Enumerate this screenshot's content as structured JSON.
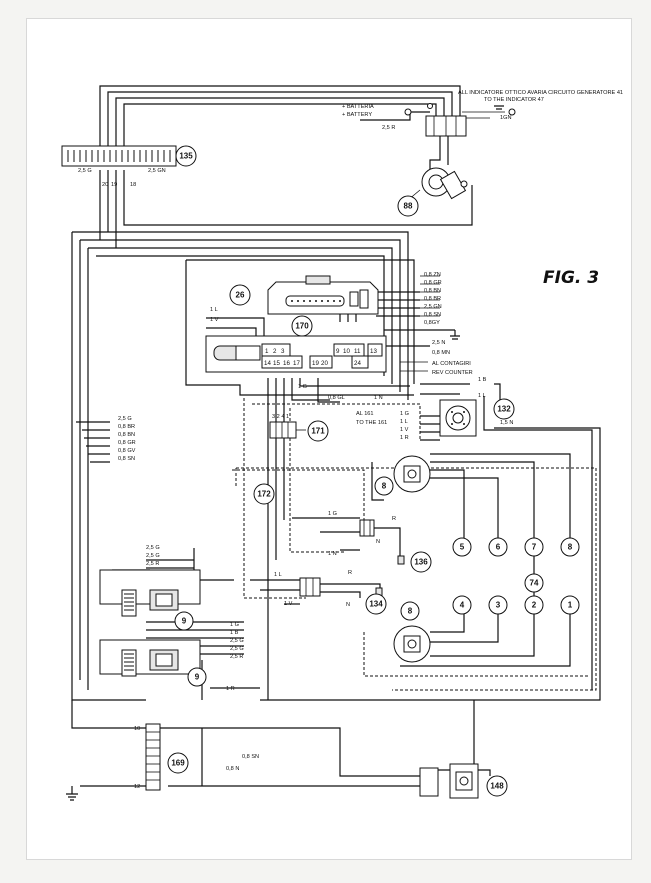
{
  "figure": {
    "title": "FIG. 3"
  },
  "components": {
    "c135": "135",
    "c88": "88",
    "c26": "26",
    "c170": "170",
    "c171": "171",
    "c132": "132",
    "c172": "172",
    "c8a": "8",
    "c8b": "8",
    "c5": "5",
    "c6": "6",
    "c7": "7",
    "c8": "8",
    "c74": "74",
    "c4": "4",
    "c3": "3",
    "c2": "2",
    "c1": "1",
    "c136": "136",
    "c134": "134",
    "c9a": "9",
    "c9b": "9",
    "c169": "169",
    "c148": "148"
  },
  "notes": {
    "indicator_it": "ALL INDICATORE OTTICO AVARIA CIRCUITO GENERATORE 41",
    "indicator_en": "TO THE INDICATOR 47",
    "battery_it": "+ BATTERIA",
    "battery_en": "+ BATTERY",
    "al_contagiri": "AL CONTAGIRI",
    "rev_counter": "REV COUNTER",
    "al_161": "AL 161",
    "to_161": "TO THE 161"
  },
  "wires": {
    "w25R_top": "2,5 R",
    "w1GN": "1GN",
    "w25G_135": "2,5 G",
    "w25GN_135": "2,5 GN",
    "n20": "20",
    "n19": "19",
    "n18": "18",
    "w08ZN": "0,8 ZN",
    "w08GR1": "0,8 GR",
    "w08BN1": "0,8 BN",
    "w08BR1": "0,8 BR",
    "w25GN": "2,5 GN",
    "w08SN1": "0,8 SN",
    "w08GY": "0,8GY",
    "w25N": "2,5 N",
    "w08MN": "0,8 MN",
    "w1L_170": "1 L",
    "w1V_170": "1 V",
    "w1G_mid": "1 G",
    "w08GL": "0,8 GL",
    "w1N_mid": "1 N",
    "w1B_132": "1 B",
    "w1L_132": "1 L",
    "w15N": "1,5 N",
    "w1G_132": "1 G",
    "w1L_132b": "1 L",
    "w1V_132": "1 V",
    "w1R_132": "1 R",
    "w25G_l": "2,5 G",
    "w08BR_l": "0,8 BR",
    "w08BN_l": "0,8 BN",
    "w08GR_l": "0,8 GR",
    "w08GV_l": "0,8 GV",
    "w08SN_l": "0,8 SN",
    "w25G_9a": "2,5 G",
    "w25G_9b": "2,5 G",
    "w25R_9": "2,5 R",
    "w1G_136": "1 G",
    "w1N_136": "1 N",
    "wR_136": "R",
    "wN_136": "N",
    "w1L_134": "1 L",
    "wR_134": "R",
    "w1V_134": "1 V",
    "wN_134": "N",
    "w1G_9": "1 G",
    "w1B_9": "1 B",
    "w25G_9c": "2,5 G",
    "w25G_9d": "2,5 G",
    "w25R_9b": "2,5 R",
    "w1R_bot": "1 R",
    "n10": "10",
    "n12": "12",
    "w08SN_169": "0,8 SN",
    "w08N_169": "0,8 N"
  },
  "pins170": {
    "top": [
      "1",
      "2",
      "3",
      "9",
      "10",
      "11",
      "13"
    ],
    "bottom": [
      "14",
      "15",
      "16",
      "17",
      "19",
      "20",
      "24"
    ]
  },
  "pins171": "3 2 4 1"
}
